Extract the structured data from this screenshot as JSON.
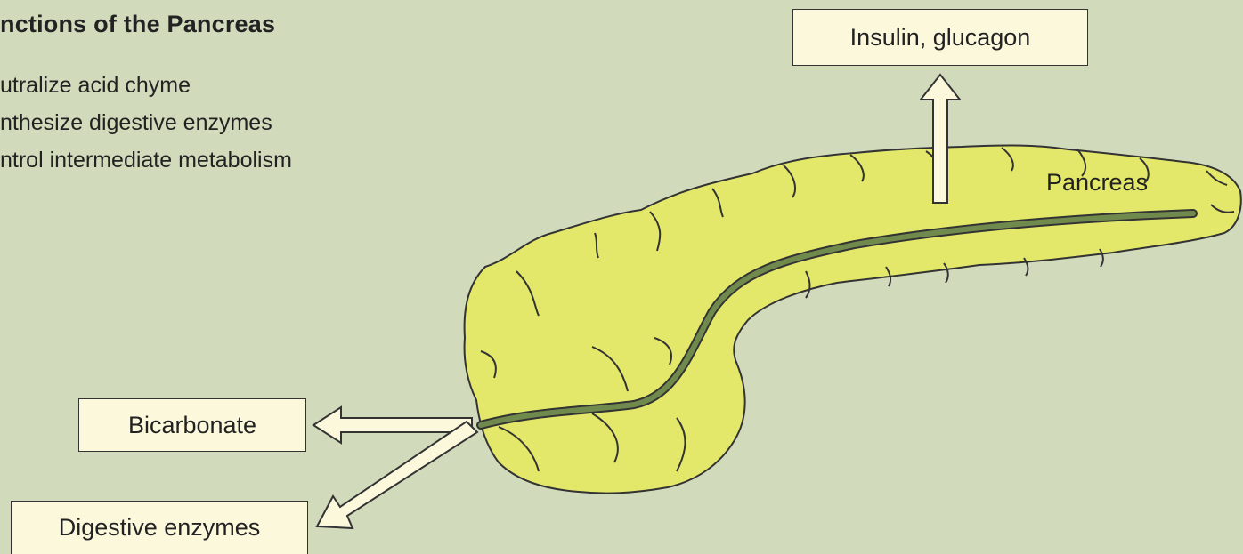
{
  "heading": "nctions of the Pancreas",
  "functions": [
    "utralize acid chyme",
    "nthesize digestive enzymes",
    "ntrol intermediate metabolism"
  ],
  "labels": {
    "hormones": "Insulin, glucagon",
    "bicarbonate": "Bicarbonate",
    "enzymes": "Digestive enzymes",
    "organ": "Pancreas"
  },
  "colors": {
    "background": "#d1dbbb",
    "organ_fill": "#e3e86a",
    "duct": "#6f8a4c",
    "box_fill": "#fbf8dc"
  }
}
